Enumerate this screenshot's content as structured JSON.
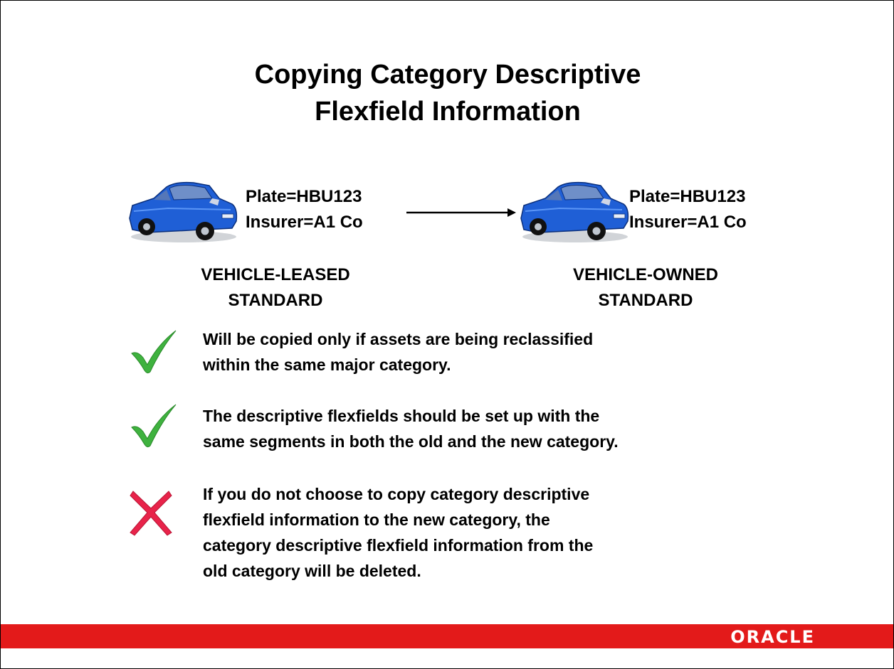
{
  "title": {
    "line1": "Copying Category Descriptive",
    "line2": "Flexfield Information"
  },
  "left_vehicle": {
    "plate": "Plate=HBU123",
    "insurer": "Insurer=A1 Co",
    "category_line1": "VEHICLE-LEASED",
    "category_line2": "STANDARD"
  },
  "right_vehicle": {
    "plate": "Plate=HBU123",
    "insurer": "Insurer=A1 Co",
    "category_line1": "VEHICLE-OWNED",
    "category_line2": "STANDARD"
  },
  "bullets": [
    {
      "icon": "checkmark-icon",
      "lines": [
        "Will be copied only if assets are being reclassified",
        "within the same major category."
      ]
    },
    {
      "icon": "checkmark-icon",
      "lines": [
        "The descriptive flexfields should be set up with the",
        "same segments in both the old and the new category."
      ]
    },
    {
      "icon": "cross-icon",
      "lines": [
        "If you do not choose to copy category descriptive",
        "flexfield information to the new category, the",
        "category descriptive flexfield information from the",
        "old category will be deleted."
      ]
    }
  ],
  "footer": {
    "logo": "ORACLE"
  },
  "colors": {
    "footer_bar": "#e31a1a",
    "car_body": "#1f5fd6",
    "check": "#3fb23f",
    "cross": "#e8234a"
  }
}
